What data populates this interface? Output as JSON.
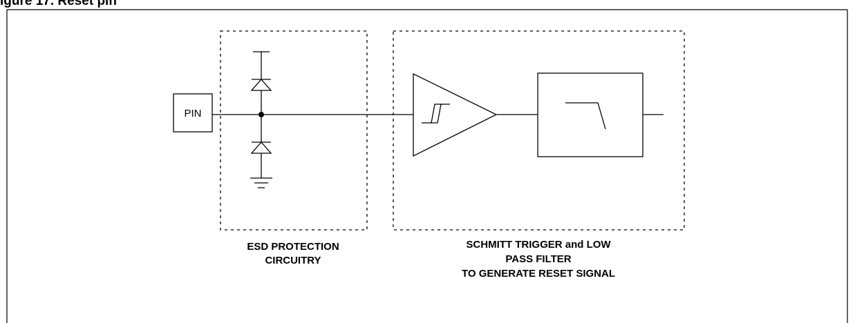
{
  "figure": {
    "title_fragment": "igure 17.  Reset pin"
  },
  "pin": {
    "label": "PIN"
  },
  "esd_block": {
    "label_line1": "ESD PROTECTION",
    "label_line2": "CIRCUITRY"
  },
  "filter_block": {
    "label_line1": "SCHMITT TRIGGER and LOW",
    "label_line2": "PASS FILTER",
    "label_line3": "TO GENERATE RESET SIGNAL"
  }
}
